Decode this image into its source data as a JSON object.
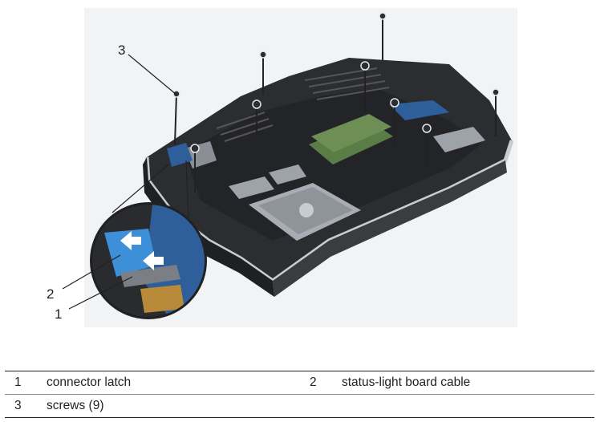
{
  "figure": {
    "callouts": [
      {
        "id": "callout-3",
        "number": "3"
      },
      {
        "id": "callout-2",
        "number": "2"
      },
      {
        "id": "callout-1",
        "number": "1"
      }
    ]
  },
  "legend": {
    "rows": [
      [
        {
          "number": "1",
          "label": "connector latch"
        },
        {
          "number": "2",
          "label": "status-light board cable"
        }
      ],
      [
        {
          "number": "3",
          "label": "screws (9)"
        },
        {
          "number": "",
          "label": ""
        }
      ]
    ]
  },
  "colors": {
    "chassis": "#2b2d30",
    "chassis_edge": "#c9ccd1",
    "board_blue": "#2f5f9a",
    "cable_blue": "#3d8fd8",
    "background_photo": "#f2f3f5"
  }
}
